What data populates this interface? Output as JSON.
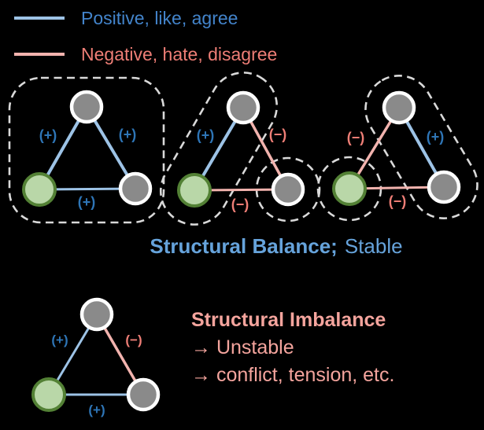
{
  "legend": {
    "items": [
      {
        "name": "positive",
        "label": "Positive, like, agree"
      },
      {
        "name": "negative",
        "label": "Negative, hate, disagree"
      }
    ]
  },
  "captions": {
    "balance_bold": "Structural Balance;",
    "balance_regular": "Stable",
    "imbalance_title": "Structural Imbalance",
    "imbalance_point1": "→ Unstable",
    "imbalance_point2": "→ conflict, tension, etc."
  },
  "triangles": [
    {
      "name": "balanced-all-positive",
      "left": "(+)",
      "right": "(+)",
      "bottom": "(+)"
    },
    {
      "name": "balanced-one-positive-left",
      "left": "(+)",
      "right": "(−)",
      "bottom": "(−)"
    },
    {
      "name": "balanced-one-positive-right",
      "left": "(−)",
      "right": "(+)",
      "bottom": "(−)"
    },
    {
      "name": "imbalanced-two-positive",
      "left": "(+)",
      "right": "(−)",
      "bottom": "(+)"
    }
  ],
  "colors": {
    "background": "#000000",
    "positive_edge": "#9dc3e6",
    "negative_edge": "#f2b3ae",
    "positive_label": "#2e75b6",
    "negative_label": "#ee7e76",
    "legend_positive_text": "#4384cb",
    "legend_negative_text": "#ee7e76",
    "balance_caption": "#66a3db",
    "imbalance_caption": "#f4a49d",
    "node_gray_fill": "#8a8a8a",
    "node_ring": "#ffffff",
    "node_green_fill": "#b9d7a8",
    "node_green_ring": "#538135",
    "cluster_outline": "#d9d9d9"
  }
}
